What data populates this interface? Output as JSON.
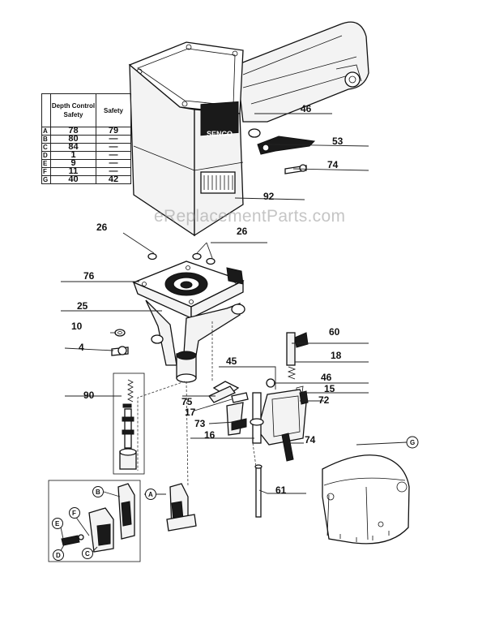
{
  "table": {
    "headers": {
      "row_key": "",
      "depth": "Depth Control Safety",
      "safety": "Safety"
    },
    "rows": [
      {
        "key": "A",
        "depth": "78",
        "safety": "79"
      },
      {
        "key": "B",
        "depth": "80",
        "safety": "—"
      },
      {
        "key": "C",
        "depth": "84",
        "safety": "—"
      },
      {
        "key": "D",
        "depth": "1",
        "safety": "—"
      },
      {
        "key": "E",
        "depth": "9",
        "safety": "—"
      },
      {
        "key": "F",
        "depth": "11",
        "safety": "—"
      },
      {
        "key": "G",
        "depth": "40",
        "safety": "42"
      }
    ]
  },
  "watermark": "eReplacementParts.com",
  "callouts": {
    "p46a": "46",
    "p53": "53",
    "p74a": "74",
    "p92": "92",
    "p26a": "26",
    "p26b": "26",
    "p76": "76",
    "p25": "25",
    "p10": "10",
    "p4": "4",
    "p60": "60",
    "p18": "18",
    "p45": "45",
    "p46b": "46",
    "p15": "15",
    "p72": "72",
    "p90": "90",
    "p75": "75",
    "p17": "17",
    "p73": "73",
    "p16": "16",
    "p74b": "74",
    "p61": "61"
  },
  "circle_labels": {
    "a": "A",
    "b": "B",
    "c": "C",
    "d": "D",
    "e": "E",
    "f": "F",
    "g": "G"
  }
}
